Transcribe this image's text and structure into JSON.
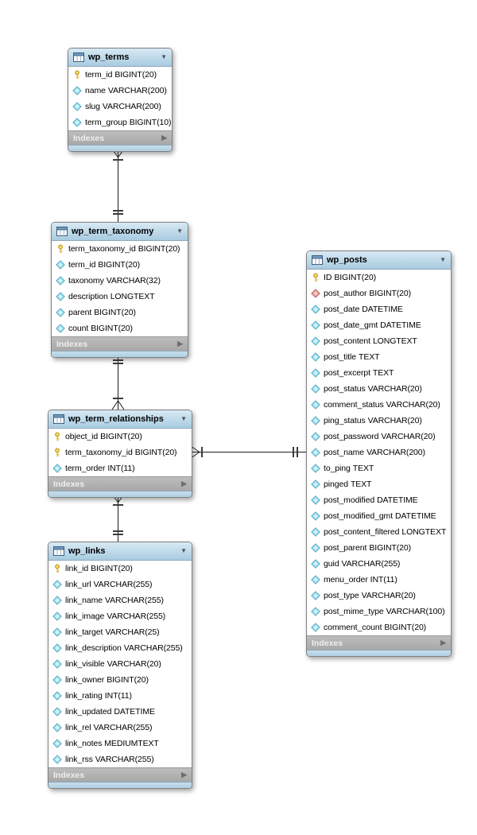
{
  "diagram": {
    "colors": {
      "table_header_blue": "#b9d6e8",
      "indexes_bar_gray": "#b0b0b0",
      "body_white": "#ffffff",
      "primary_key_yellow": "#ffdf5e",
      "column_diamond_cyan": "#a9e6f2",
      "foreign_key_diamond_red": "#f0a3a0",
      "connector_black": "#1c1c1c"
    },
    "icons": {
      "collapse_triangle": "▼",
      "indexes_arrow": "▶"
    },
    "tables": [
      {
        "id": "wp_terms",
        "title": "wp_terms",
        "footer": "Indexes",
        "fields": [
          {
            "icon": "primary-key",
            "name": "term_id",
            "type": "BIGINT(20)"
          },
          {
            "icon": "column",
            "name": "name",
            "type": "VARCHAR(200)"
          },
          {
            "icon": "column",
            "name": "slug",
            "type": "VARCHAR(200)"
          },
          {
            "icon": "column",
            "name": "term_group",
            "type": "BIGINT(10)"
          }
        ]
      },
      {
        "id": "wp_term_taxonomy",
        "title": "wp_term_taxonomy",
        "footer": "Indexes",
        "fields": [
          {
            "icon": "primary-key",
            "name": "term_taxonomy_id",
            "type": "BIGINT(20)"
          },
          {
            "icon": "column",
            "name": "term_id",
            "type": "BIGINT(20)"
          },
          {
            "icon": "column",
            "name": "taxonomy",
            "type": "VARCHAR(32)"
          },
          {
            "icon": "column",
            "name": "description",
            "type": "LONGTEXT"
          },
          {
            "icon": "column",
            "name": "parent",
            "type": "BIGINT(20)"
          },
          {
            "icon": "column",
            "name": "count",
            "type": "BIGINT(20)"
          }
        ]
      },
      {
        "id": "wp_term_relationships",
        "title": "wp_term_relationships",
        "footer": "Indexes",
        "fields": [
          {
            "icon": "primary-key",
            "name": "object_id",
            "type": "BIGINT(20)"
          },
          {
            "icon": "primary-key",
            "name": "term_taxonomy_id",
            "type": "BIGINT(20)"
          },
          {
            "icon": "column",
            "name": "term_order",
            "type": "INT(11)"
          }
        ]
      },
      {
        "id": "wp_links",
        "title": "wp_links",
        "footer": "Indexes",
        "fields": [
          {
            "icon": "primary-key",
            "name": "link_id",
            "type": "BIGINT(20)"
          },
          {
            "icon": "column",
            "name": "link_url",
            "type": "VARCHAR(255)"
          },
          {
            "icon": "column",
            "name": "link_name",
            "type": "VARCHAR(255)"
          },
          {
            "icon": "column",
            "name": "link_image",
            "type": "VARCHAR(255)"
          },
          {
            "icon": "column",
            "name": "link_target",
            "type": "VARCHAR(25)"
          },
          {
            "icon": "column",
            "name": "link_description",
            "type": "VARCHAR(255)"
          },
          {
            "icon": "column",
            "name": "link_visible",
            "type": "VARCHAR(20)"
          },
          {
            "icon": "column",
            "name": "link_owner",
            "type": "BIGINT(20)"
          },
          {
            "icon": "column",
            "name": "link_rating",
            "type": "INT(11)"
          },
          {
            "icon": "column",
            "name": "link_updated",
            "type": "DATETIME"
          },
          {
            "icon": "column",
            "name": "link_rel",
            "type": "VARCHAR(255)"
          },
          {
            "icon": "column",
            "name": "link_notes",
            "type": "MEDIUMTEXT"
          },
          {
            "icon": "column",
            "name": "link_rss",
            "type": "VARCHAR(255)"
          }
        ]
      },
      {
        "id": "wp_posts",
        "title": "wp_posts",
        "footer": "Indexes",
        "fields": [
          {
            "icon": "primary-key",
            "name": "ID",
            "type": "BIGINT(20)"
          },
          {
            "icon": "foreign-key",
            "name": "post_author",
            "type": "BIGINT(20)"
          },
          {
            "icon": "column",
            "name": "post_date",
            "type": "DATETIME"
          },
          {
            "icon": "column",
            "name": "post_date_gmt",
            "type": "DATETIME"
          },
          {
            "icon": "column",
            "name": "post_content",
            "type": "LONGTEXT"
          },
          {
            "icon": "column",
            "name": "post_title",
            "type": "TEXT"
          },
          {
            "icon": "column",
            "name": "post_excerpt",
            "type": "TEXT"
          },
          {
            "icon": "column",
            "name": "post_status",
            "type": "VARCHAR(20)"
          },
          {
            "icon": "column",
            "name": "comment_status",
            "type": "VARCHAR(20)"
          },
          {
            "icon": "column",
            "name": "ping_status",
            "type": "VARCHAR(20)"
          },
          {
            "icon": "column",
            "name": "post_password",
            "type": "VARCHAR(20)"
          },
          {
            "icon": "column",
            "name": "post_name",
            "type": "VARCHAR(200)"
          },
          {
            "icon": "column",
            "name": "to_ping",
            "type": "TEXT"
          },
          {
            "icon": "column",
            "name": "pinged",
            "type": "TEXT"
          },
          {
            "icon": "column",
            "name": "post_modified",
            "type": "DATETIME"
          },
          {
            "icon": "column",
            "name": "post_modified_gmt",
            "type": "DATETIME"
          },
          {
            "icon": "column",
            "name": "post_content_filtered",
            "type": "LONGTEXT"
          },
          {
            "icon": "column",
            "name": "post_parent",
            "type": "BIGINT(20)"
          },
          {
            "icon": "column",
            "name": "guid",
            "type": "VARCHAR(255)"
          },
          {
            "icon": "column",
            "name": "menu_order",
            "type": "INT(11)"
          },
          {
            "icon": "column",
            "name": "post_type",
            "type": "VARCHAR(20)"
          },
          {
            "icon": "column",
            "name": "post_mime_type",
            "type": "VARCHAR(100)"
          },
          {
            "icon": "column",
            "name": "comment_count",
            "type": "BIGINT(20)"
          }
        ]
      }
    ],
    "relationships": [
      {
        "id": "terms-to-term_taxonomy",
        "table_a": "wp_terms",
        "cardinality_a": "one-or-many",
        "table_b": "wp_term_taxonomy",
        "cardinality_b": "exactly-one"
      },
      {
        "id": "term_taxonomy-to-term_relationships",
        "table_a": "wp_term_taxonomy",
        "cardinality_a": "exactly-one",
        "table_b": "wp_term_relationships",
        "cardinality_b": "one-or-many"
      },
      {
        "id": "term_relationships-to-links",
        "table_a": "wp_term_relationships",
        "cardinality_a": "one-or-many",
        "table_b": "wp_links",
        "cardinality_b": "exactly-one"
      },
      {
        "id": "term_relationships-to-posts",
        "table_a": "wp_term_relationships",
        "cardinality_a": "one-or-many",
        "table_b": "wp_posts",
        "cardinality_b": "exactly-one"
      }
    ]
  }
}
